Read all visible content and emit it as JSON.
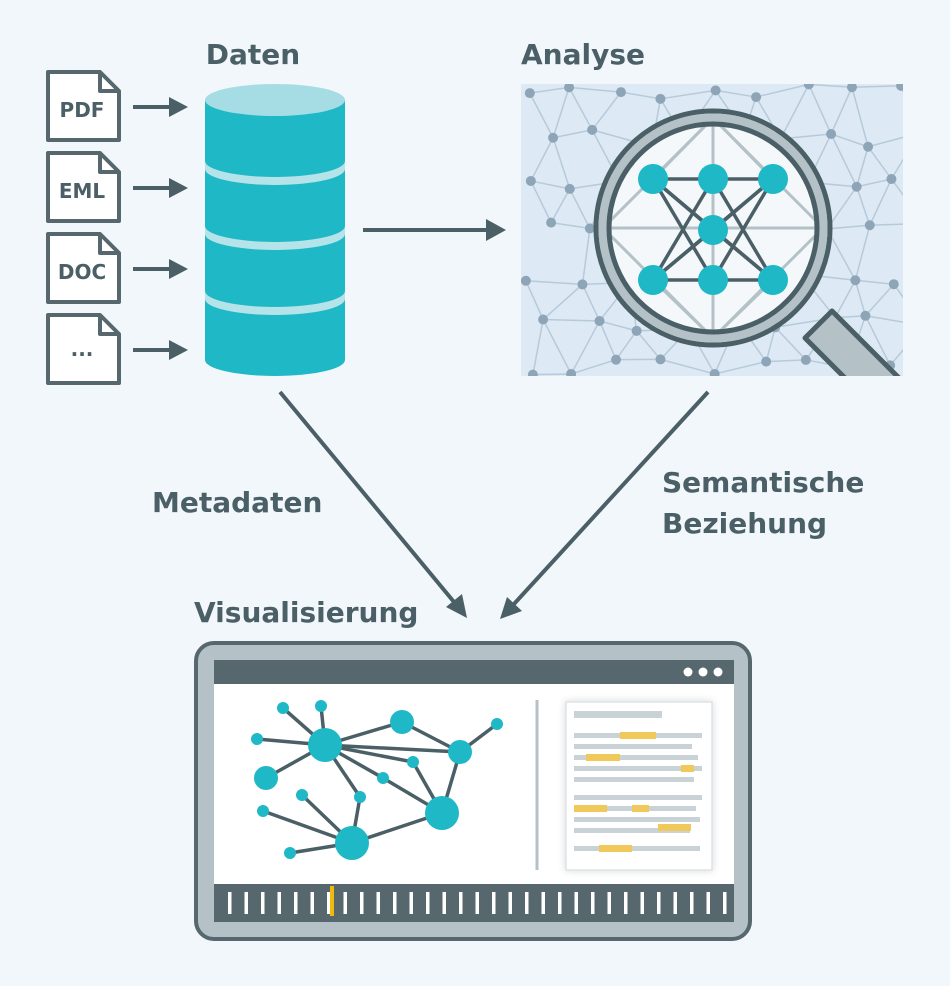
{
  "sections": {
    "daten": "Daten",
    "analyse": "Analyse",
    "visualisierung": "Visualisierung"
  },
  "edges": {
    "metadaten": "Metadaten",
    "semantische_line1": "Semantische",
    "semantische_line2": "Beziehung"
  },
  "documents": [
    "PDF",
    "EML",
    "DOC",
    "..."
  ],
  "colors": {
    "background": "#f2f7fb",
    "text": "#4a5f66",
    "accent": "#1fb8c6",
    "accent_light": "#a6dde4",
    "frame": "#56676e",
    "highlight": "#f1c95a"
  },
  "icons": {
    "database": "database-icon",
    "magnifier": "magnifying-glass-icon",
    "window_menu": "more-dots-icon"
  }
}
